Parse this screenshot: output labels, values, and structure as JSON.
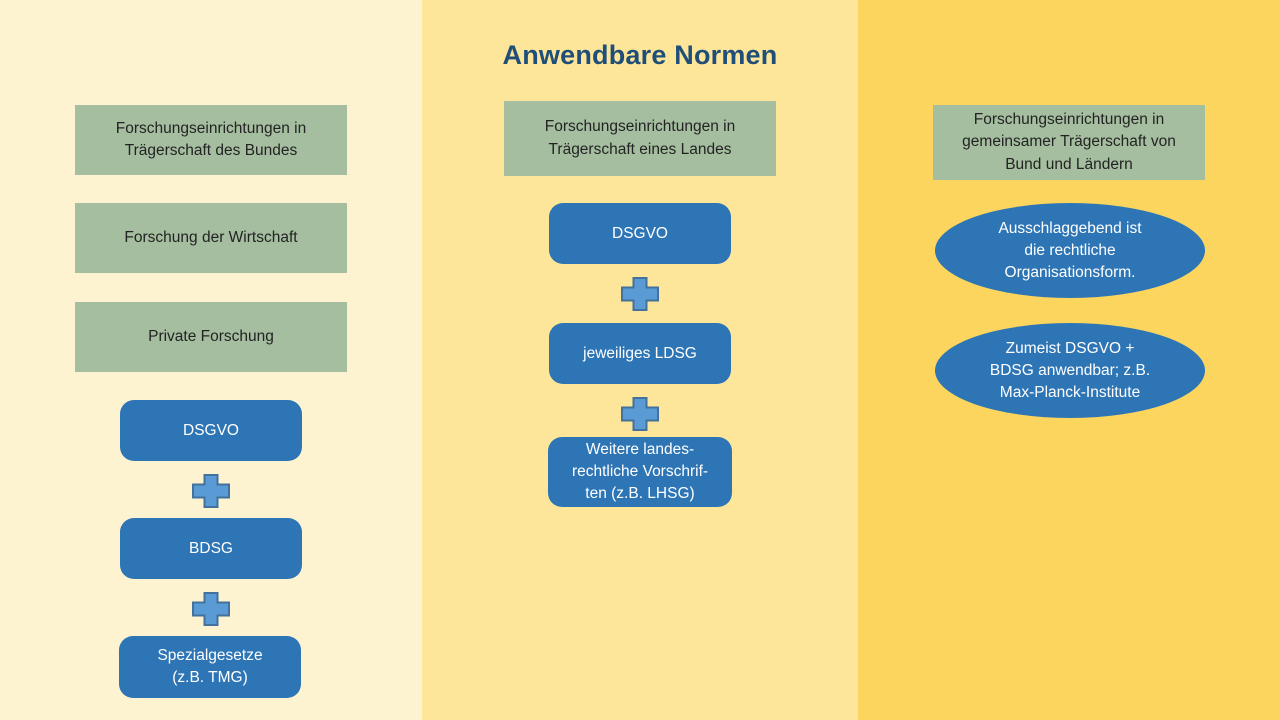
{
  "title": "Anwendbare Normen",
  "colors": {
    "column_bund_bg": "#FDF3D0",
    "column_land_bg": "#FDE699",
    "column_gemeinsam_bg": "#FCD55F",
    "green_box": "#A5BEA0",
    "blue_box": "#2E75B6",
    "plus_fill": "#5B9BD5",
    "plus_border": "#41719C",
    "title_text": "#1F4E79",
    "green_box_text": "#232323",
    "blue_box_text": "#FFFFFF"
  },
  "icons": {
    "plus_icon": "+"
  },
  "columns": [
    {
      "name": "Trägerschaft des Bundes",
      "green_boxes": [
        "Forschungseinrichtungen in\nTrägerschaft des Bundes",
        "Forschung der Wirtschaft",
        "Private Forschung"
      ],
      "blue_boxes": [
        "DSGVO",
        "BDSG",
        "Spezialgesetze\n(z.B. TMG)"
      ]
    },
    {
      "name": "Trägerschaft eines Landes",
      "green_boxes": [
        "Forschungseinrichtungen in\nTrägerschaft eines Landes"
      ],
      "blue_boxes": [
        "DSGVO",
        "jeweiliges LDSG",
        "Weitere landes-\nrechtliche Vorschrif-\nten (z.B. LHSG)"
      ]
    },
    {
      "name": "gemeinsame Trägerschaft von Bund und Ländern",
      "green_boxes": [
        "Forschungseinrichtungen in\ngemeinsamer Trägerschaft von\nBund und Ländern"
      ],
      "ellipses": [
        "Ausschlaggebend ist\ndie rechtliche\nOrganisationsform.",
        "Zumeist DSGVO +\nBDSG anwendbar; z.B.\nMax-Planck-Institute"
      ]
    }
  ]
}
